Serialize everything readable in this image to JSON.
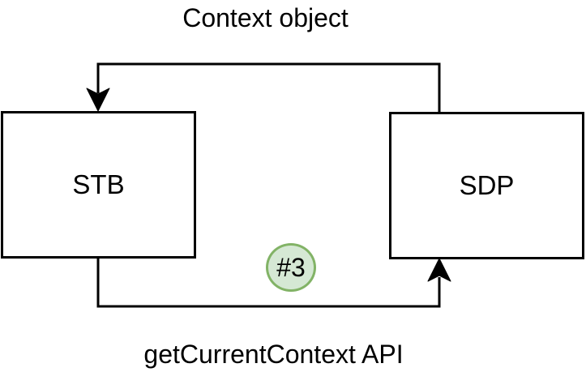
{
  "diagram": {
    "title": "Context object",
    "caption": "getCurrentContext API",
    "nodes": {
      "stb": {
        "label": "STB"
      },
      "sdp": {
        "label": "SDP"
      }
    },
    "badge": {
      "label": "#3"
    },
    "colors": {
      "background": "#ffffff",
      "line": "#000000",
      "text": "#000000",
      "node_fill": "#ffffff",
      "node_border": "#000000",
      "badge_fill": "#d5e8d4",
      "badge_border": "#82b366"
    }
  }
}
